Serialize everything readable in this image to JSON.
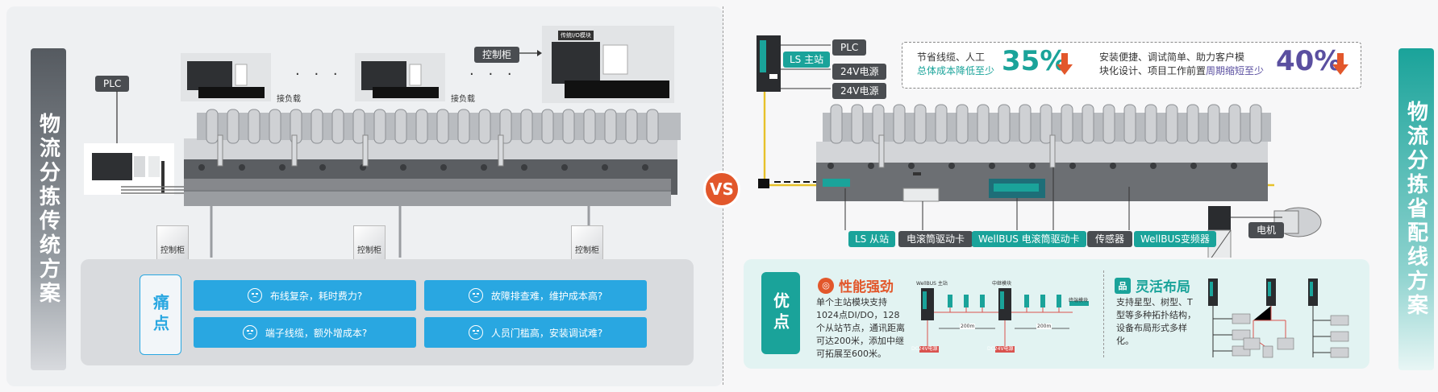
{
  "left": {
    "title": "物流分拣传统方案",
    "plc": "PLC",
    "control_cabinet_top": "控制柜",
    "io_module": "传统I/O模块",
    "load1": "接负载",
    "load2": "接负载",
    "ellipsis": "· · ·",
    "cabinets": [
      "控制柜",
      "控制柜",
      "控制柜"
    ],
    "pain_label": "痛点",
    "pains": [
      "布线复杂，耗时费力?",
      "故障排查难，维护成本高?",
      "端子线缆，额外增成本?",
      "人员门槛高，安装调试难?"
    ]
  },
  "vs": "VS",
  "right": {
    "title": "物流分拣省配线方案",
    "plc": "PLC",
    "ls_master": "LS 主站",
    "power1": "24V电源",
    "power2": "24V电源",
    "stat1_line1": "节省线缆、人工",
    "stat1_line2": "总体成本降低至少",
    "stat1_num": "35%",
    "stat2_line1": "安装便捷、调试简单、助力客户模",
    "stat2_line2a": "块化设计、项目工作前置",
    "stat2_line2b": "周期缩短至少",
    "stat2_num": "40%",
    "labels": {
      "ls_slave": "LS 从站",
      "roller_card": "电滚筒驱动卡",
      "wellbus_card": "WellBUS 电滚筒驱动卡",
      "sensor": "传感器",
      "inverter": "WellBUS变频器",
      "motor": "电机"
    },
    "adv_label": "优点",
    "adv1_title": "性能强劲",
    "adv1_desc": "单个主站模块支持1024点DI/DO，128个从站节点，通讯距离可达200米，添加中继可拓展至600米。",
    "adv1_diagram": {
      "master": "WellBUS 主站",
      "relay": "中继模块",
      "dist1": "200m",
      "dist2": "200m",
      "end": "终端模块",
      "psu1": "DC24V电源",
      "psu2": "DC24V电源"
    },
    "adv2_title": "灵活布局",
    "adv2_desc": "支持星型、树型、T型等多种拓扑结构，设备布局形式多样化。"
  },
  "colors": {
    "teal": "#1aa39a",
    "blue": "#29a7e1",
    "orange": "#e2572b",
    "purple": "#5a4fa0",
    "dark": "#4a4d51"
  }
}
